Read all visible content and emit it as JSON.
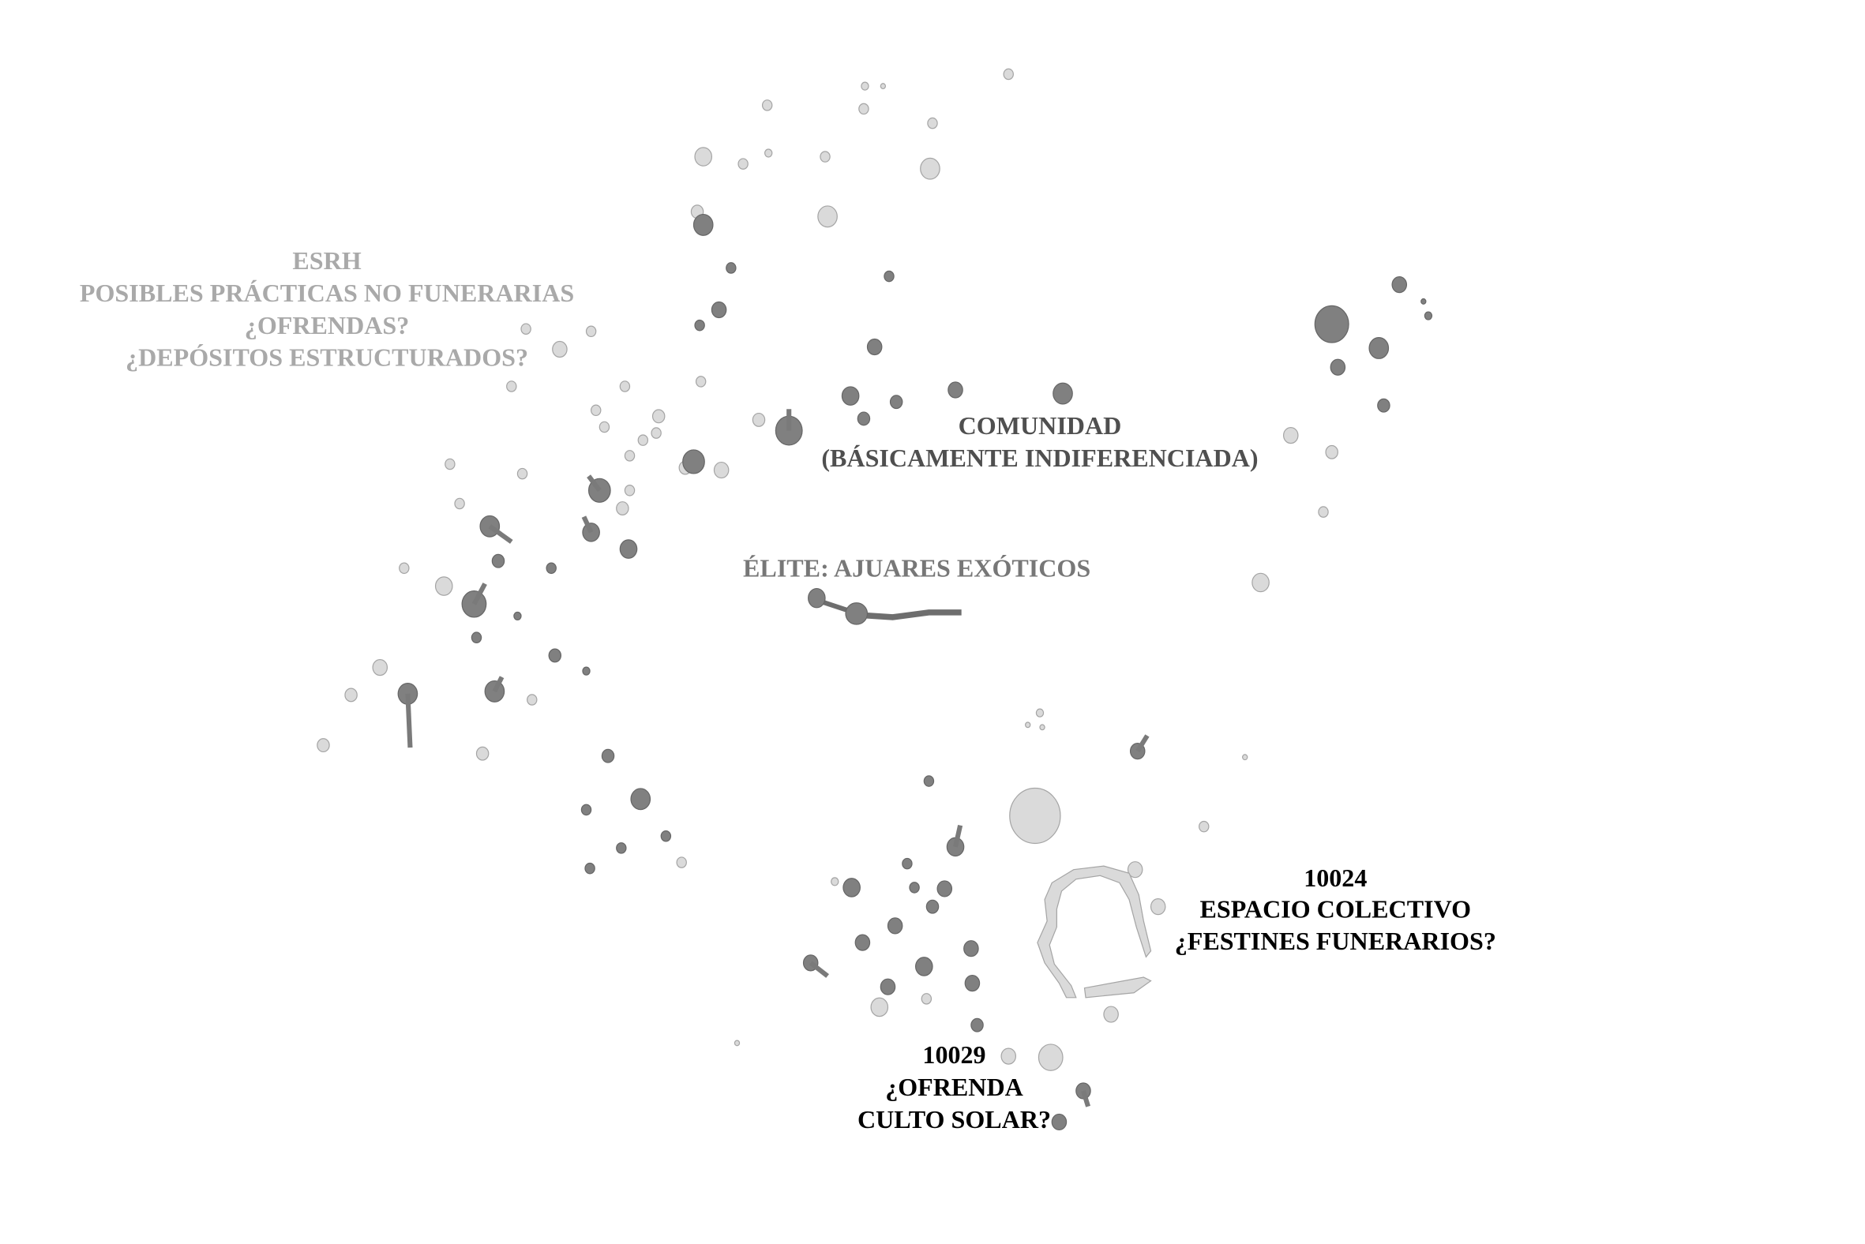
{
  "labels": {
    "esrh": [
      "ESRH",
      "POSIBLES PRÁCTICAS NO FUNERARIAS",
      "¿OFRENDAS?",
      "¿DEPÓSITOS ESTRUCTURADOS?"
    ],
    "comunidad": [
      "COMUNIDAD",
      "(BÁSICAMENTE INDIFERENCIADA)"
    ],
    "elite": "ÉLITE: AJUARES EXÓTICOS",
    "espacio_colectivo": [
      "10024",
      "ESPACIO COLECTIVO",
      "¿FESTINES FUNERARIOS?"
    ],
    "ofrenda": [
      "10029",
      "¿OFRENDA",
      "CULTO SOLAR?"
    ]
  },
  "colors": {
    "feature_dark": "#808080",
    "feature_light": "#dadada",
    "label_esrh": "#a9a9a9",
    "label_comunidad": "#4f4f4f",
    "label_elite": "#777777",
    "label_black": "#000000"
  }
}
